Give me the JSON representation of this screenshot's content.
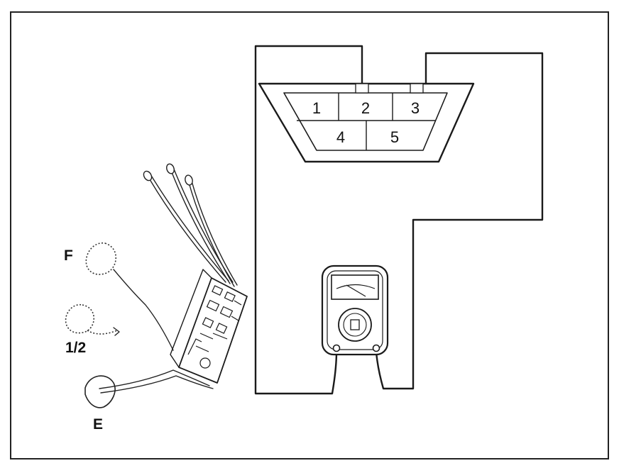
{
  "connector": {
    "pins": [
      {
        "id": "1",
        "label": "1"
      },
      {
        "id": "2",
        "label": "2"
      },
      {
        "id": "3",
        "label": "3"
      },
      {
        "id": "4",
        "label": "4"
      },
      {
        "id": "5",
        "label": "5"
      }
    ]
  },
  "harness": {
    "terminals": [
      {
        "id": "F",
        "label": "F"
      },
      {
        "id": "half",
        "label": "1/2"
      },
      {
        "id": "E",
        "label": "E"
      }
    ]
  }
}
